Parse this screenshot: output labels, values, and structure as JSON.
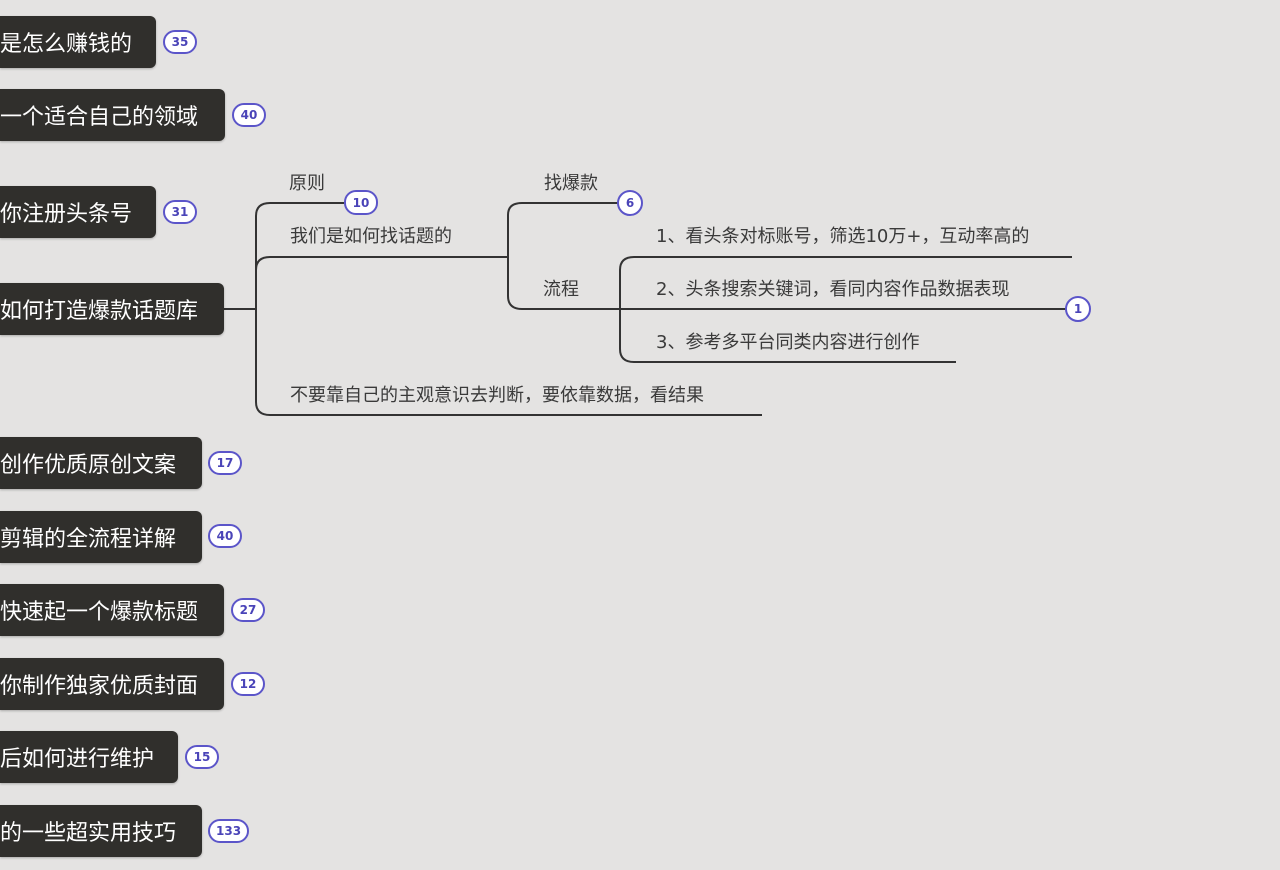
{
  "main_topics": [
    {
      "label": "是怎么赚钱的",
      "count": "35"
    },
    {
      "label": "一个适合自己的领域",
      "count": "40"
    },
    {
      "label": "你注册头条号",
      "count": "31"
    },
    {
      "label": "如何打造爆款话题库"
    },
    {
      "label": "创作优质原创文案",
      "count": "17"
    },
    {
      "label": "剪辑的全流程详解",
      "count": "40"
    },
    {
      "label": "快速起一个爆款标题",
      "count": "27"
    },
    {
      "label": "你制作独家优质封面",
      "count": "12"
    },
    {
      "label": "后如何进行维护",
      "count": "15"
    },
    {
      "label": "的一些超实用技巧",
      "count": "133"
    }
  ],
  "expanded": {
    "yuanze": {
      "label": "原则",
      "count": "10"
    },
    "how": {
      "label": "我们是如何找话题的"
    },
    "find_hot": {
      "label": "找爆款",
      "count": "6"
    },
    "process": {
      "label": "流程",
      "count": "1"
    },
    "steps": [
      "1、看头条对标账号，筛选10万+，互动率高的",
      "2、头条搜索关键词，看同内容作品数据表现",
      "3、参考多平台同类内容进行创作"
    ],
    "note": "不要靠自己的主观意识去判断，要依靠数据，看结果"
  }
}
